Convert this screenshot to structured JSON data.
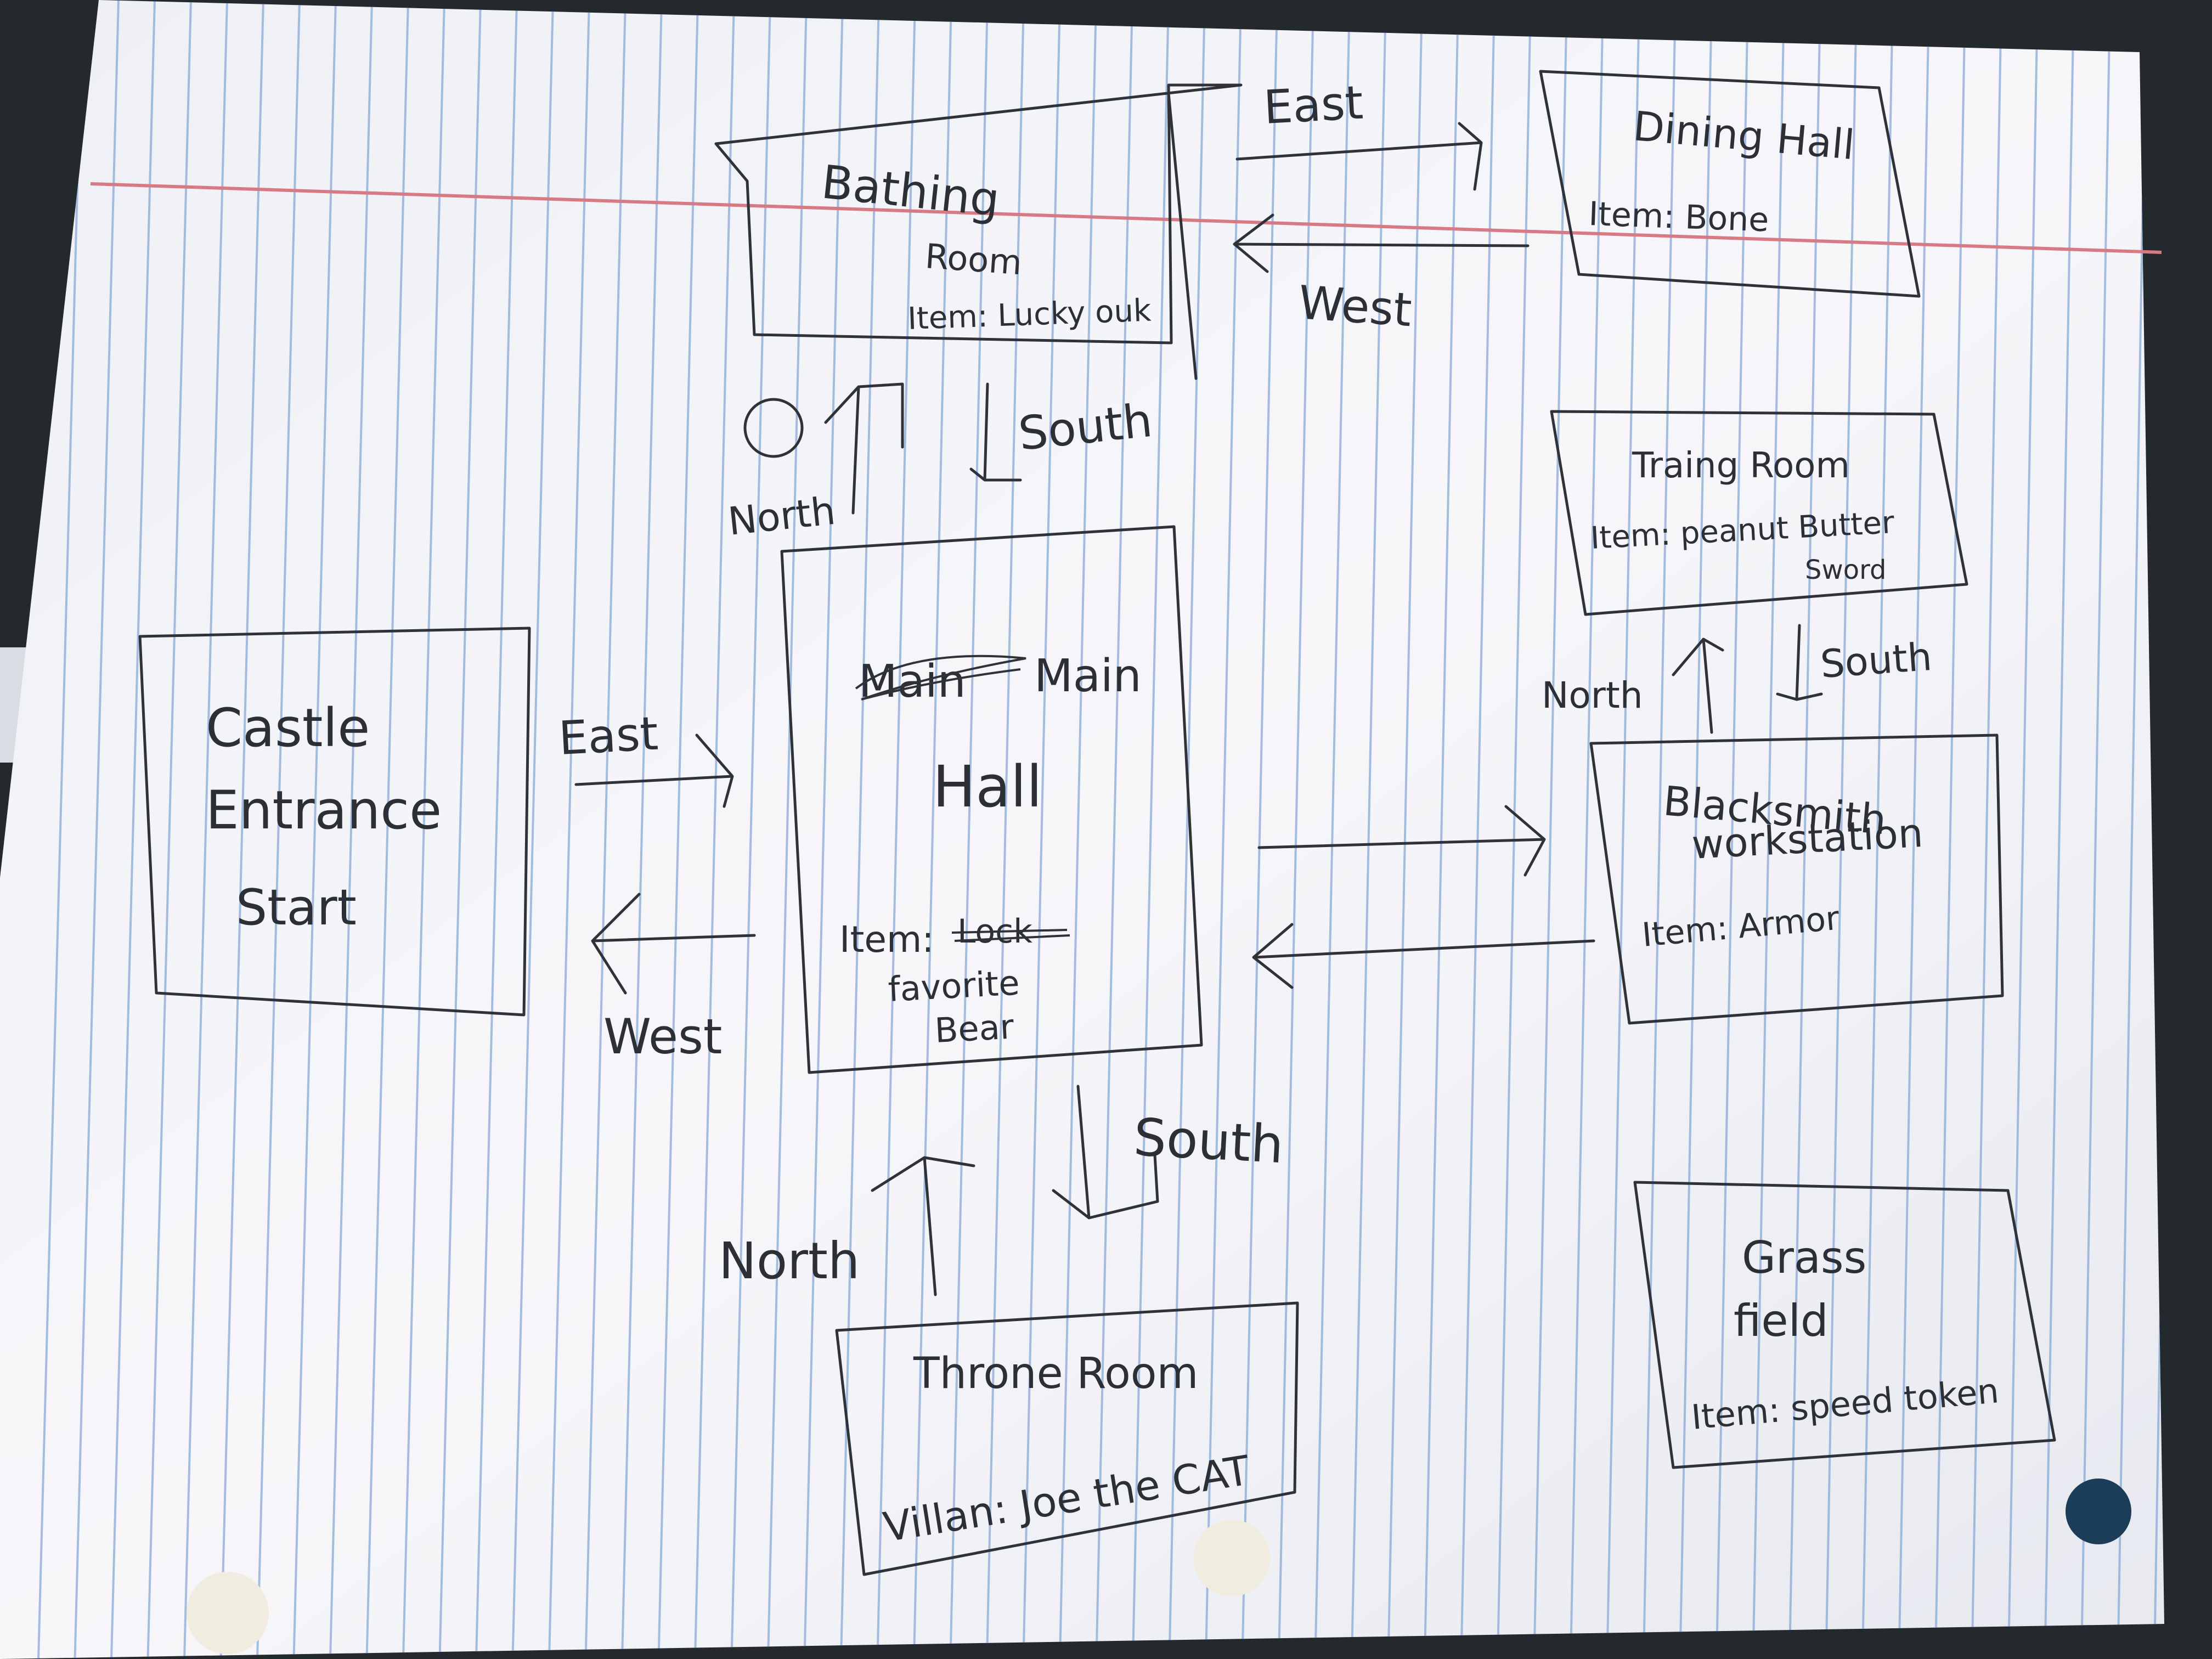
{
  "diagram": {
    "rooms": {
      "bathing_room": {
        "name_line1": "Bathing",
        "name_line2": "Room",
        "item": "Item: Lucky ouk"
      },
      "dining_hall": {
        "name": "Dining Hall",
        "item": "Item: Bone"
      },
      "training_room": {
        "name": "Traing Room",
        "item_line1": "Item: peanut Butter",
        "item_line2": "Sword"
      },
      "castle_entrance": {
        "name_line1": "Castle",
        "name_line2": "Entrance",
        "name_line3": "Start"
      },
      "main_hall": {
        "crossed_word": "Main",
        "name_line1": "Main",
        "name_line2": "Hall",
        "item_label": "Item:",
        "item_crossed": "Lock",
        "item_line1": "favorite",
        "item_line2": "Bear"
      },
      "blacksmith": {
        "name_line1": "Blacksmith",
        "name_line2": "workstation",
        "item": "Item: Armor"
      },
      "grass_field": {
        "name_line1": "Grass",
        "name_line2": "field",
        "item": "Item: speed token"
      },
      "throne_room": {
        "name": "Throne Room",
        "villain": "Villan: Joe the CAT"
      }
    },
    "directions": {
      "bath_dining_east": "East",
      "dining_bath_west": "West",
      "main_bath_north": "North",
      "bath_main_south": "South",
      "entrance_main_east": "East",
      "main_entrance_west": "West",
      "blacksmith_training_north": "North",
      "training_blacksmith_south": "South",
      "throne_main_north": "North",
      "main_throne_south": "South"
    },
    "colors": {
      "paper": "#f2f3f7",
      "ink": "#2f3238",
      "rule_line": "#8aa8d8",
      "margin_line": "#d87a86",
      "background": "#24292d"
    }
  }
}
